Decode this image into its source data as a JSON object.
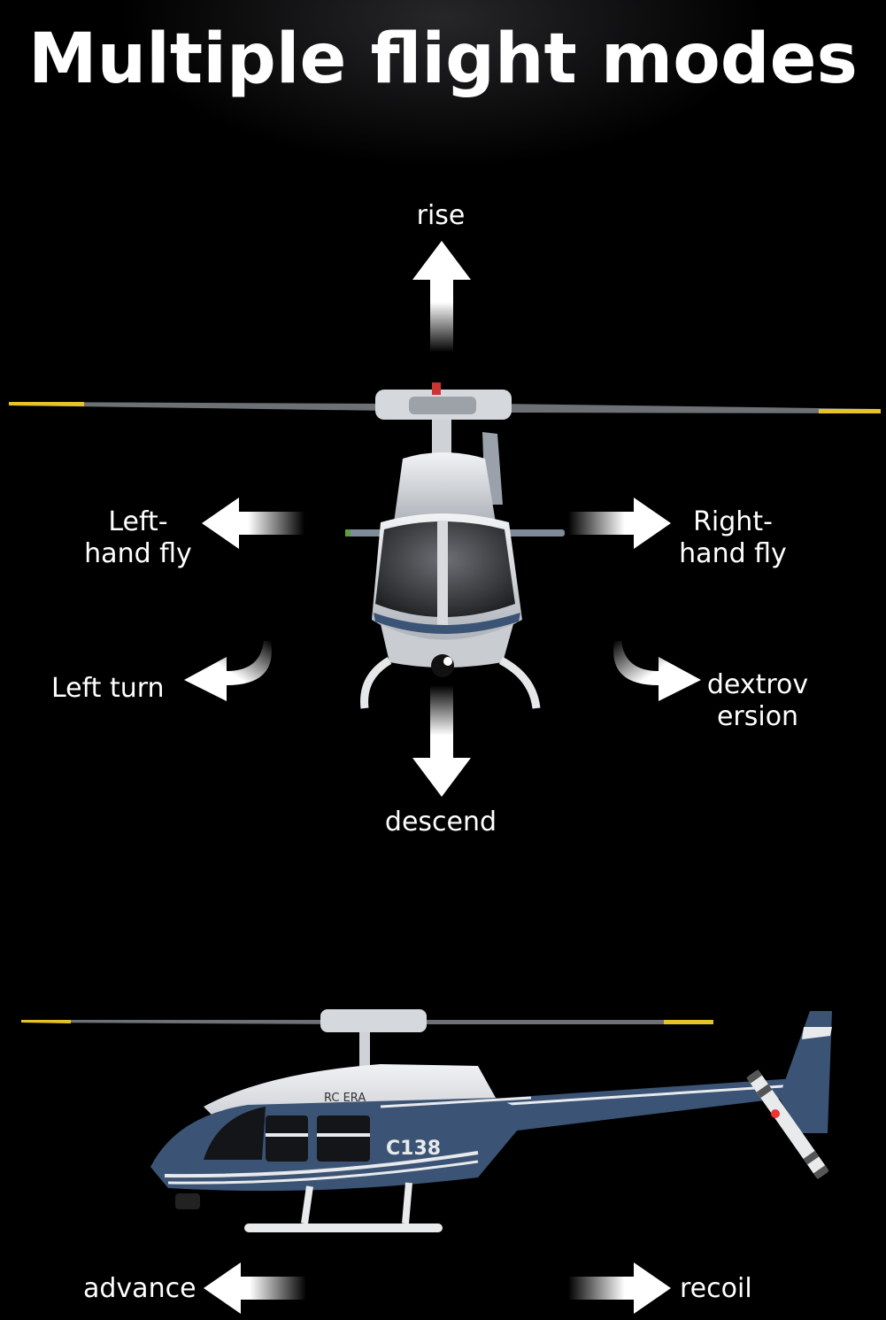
{
  "title": "Multiple flight modes",
  "labels": {
    "rise": "rise",
    "descend": "descend",
    "left_fly": [
      "Left-",
      "hand fly"
    ],
    "right_fly": [
      "Right-",
      "hand fly"
    ],
    "left_turn": "Left turn",
    "right_turn": [
      "dextrov",
      "ersion"
    ],
    "advance": "advance",
    "recoil": "recoil"
  },
  "helicopter": {
    "brand": "RC ERA",
    "model": "C138"
  },
  "colors": {
    "background": "#000000",
    "body_blue": "#3b5375",
    "body_white": "#e8eaec",
    "blade_tip": "#e6c22b",
    "arrow": "#ffffff"
  }
}
